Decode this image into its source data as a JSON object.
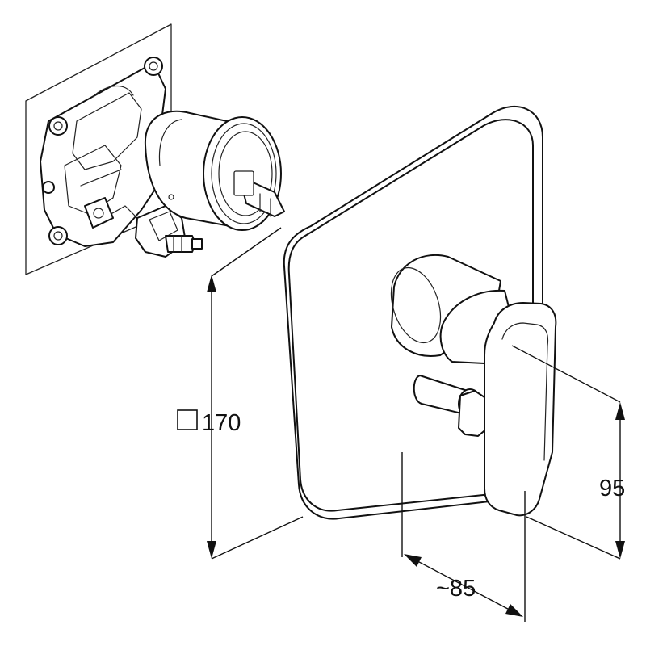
{
  "dimensions": {
    "plate_size": {
      "symbol": "square",
      "label": "170"
    },
    "lever_height": {
      "label": "95"
    },
    "projection": {
      "label": "~85"
    }
  }
}
